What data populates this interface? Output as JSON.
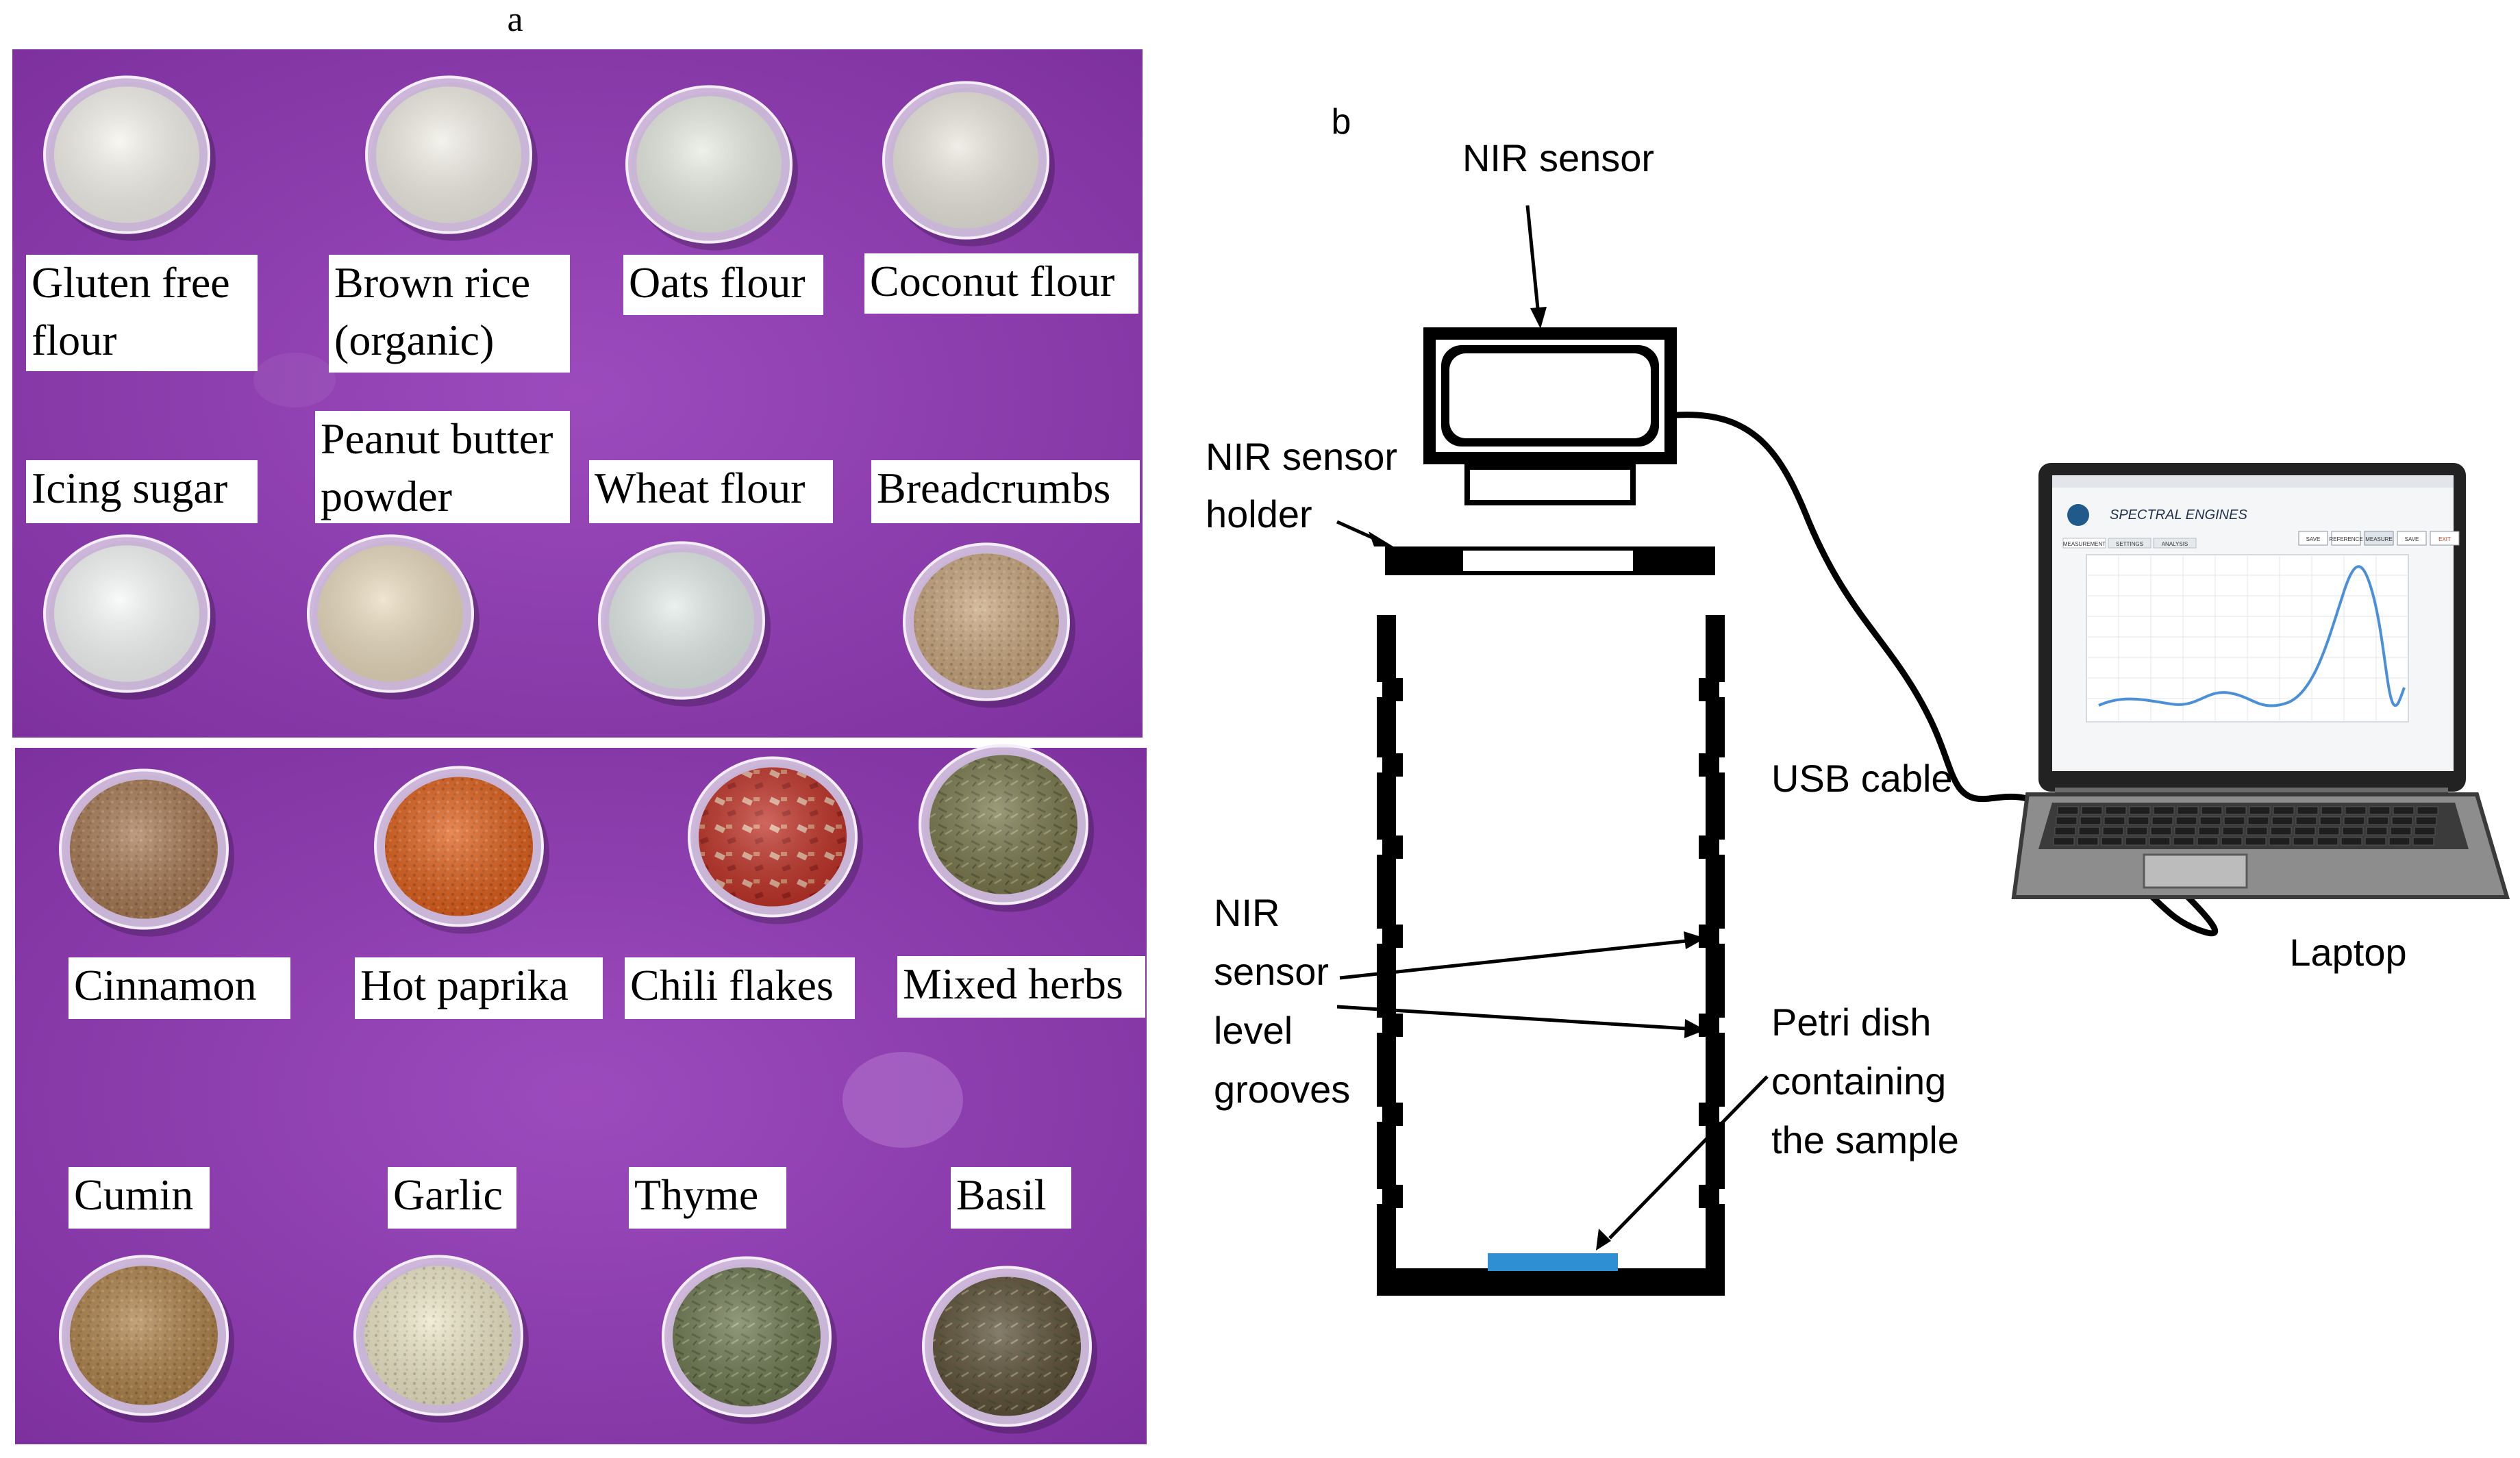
{
  "panel_a": {
    "letter": "a",
    "flours": [
      {
        "label": "Gluten free flour",
        "line1": "Gluten free",
        "line2": "flour",
        "color": "#f6f4ee"
      },
      {
        "label": "Brown rice (organic)",
        "line1": "Brown rice",
        "line2": "(organic)",
        "color": "#f1efe6"
      },
      {
        "label": "Oats flour",
        "line1": "Oats flour",
        "line2": "",
        "color": "#e9ece4"
      },
      {
        "label": "Coconut flour",
        "line1": "Coconut flour",
        "line2": "",
        "color": "#ece8e0"
      },
      {
        "label": "Icing sugar",
        "line1": "Icing sugar",
        "line2": "",
        "color": "#f7f8f8"
      },
      {
        "label": "Peanut butter powder",
        "line1": "Peanut butter",
        "line2": "powder",
        "color": "#eadcc0"
      },
      {
        "label": "Wheat flour",
        "line1": "Wheat flour",
        "line2": "",
        "color": "#e3ece9"
      },
      {
        "label": "Breadcrumbs",
        "line1": "Breadcrumbs",
        "line2": "",
        "color": "#c9a77e"
      }
    ],
    "spices": [
      {
        "label": "Cinnamon",
        "color": "#a97b55"
      },
      {
        "label": "Hot paprika",
        "color": "#e0621e"
      },
      {
        "label": "Chili flakes",
        "color": "#c0352a"
      },
      {
        "label": "Mixed herbs",
        "color": "#7b7a4e"
      },
      {
        "label": "Cumin",
        "color": "#b0844c"
      },
      {
        "label": "Garlic",
        "color": "#ede6c6"
      },
      {
        "label": "Thyme",
        "color": "#6f7a52"
      },
      {
        "label": "Basil",
        "color": "#5e5239"
      }
    ],
    "background_color": "#8a3aa8"
  },
  "panel_b": {
    "letter": "b",
    "nir_sensor": "NIR sensor",
    "holder": {
      "line1": "NIR sensor",
      "line2": "holder"
    },
    "usb_cable": "USB cable",
    "laptop": "Laptop",
    "grooves": {
      "line1": "NIR",
      "line2": "sensor",
      "line3": "level",
      "line4": "grooves"
    },
    "petri": {
      "line1": "Petri dish",
      "line2": "containing",
      "line3": "the sample"
    },
    "sample_color": "#2e8fd3",
    "screen": {
      "brand": "SPECTRAL ENGINES",
      "tabs": [
        "MEASUREMENT",
        "SETTINGS",
        "ANALYSIS"
      ],
      "buttons": [
        "SAVE",
        "REFERENCE",
        "MEASURE",
        "SAVE",
        "EXIT"
      ],
      "curve_color": "#4a8fd8"
    }
  }
}
